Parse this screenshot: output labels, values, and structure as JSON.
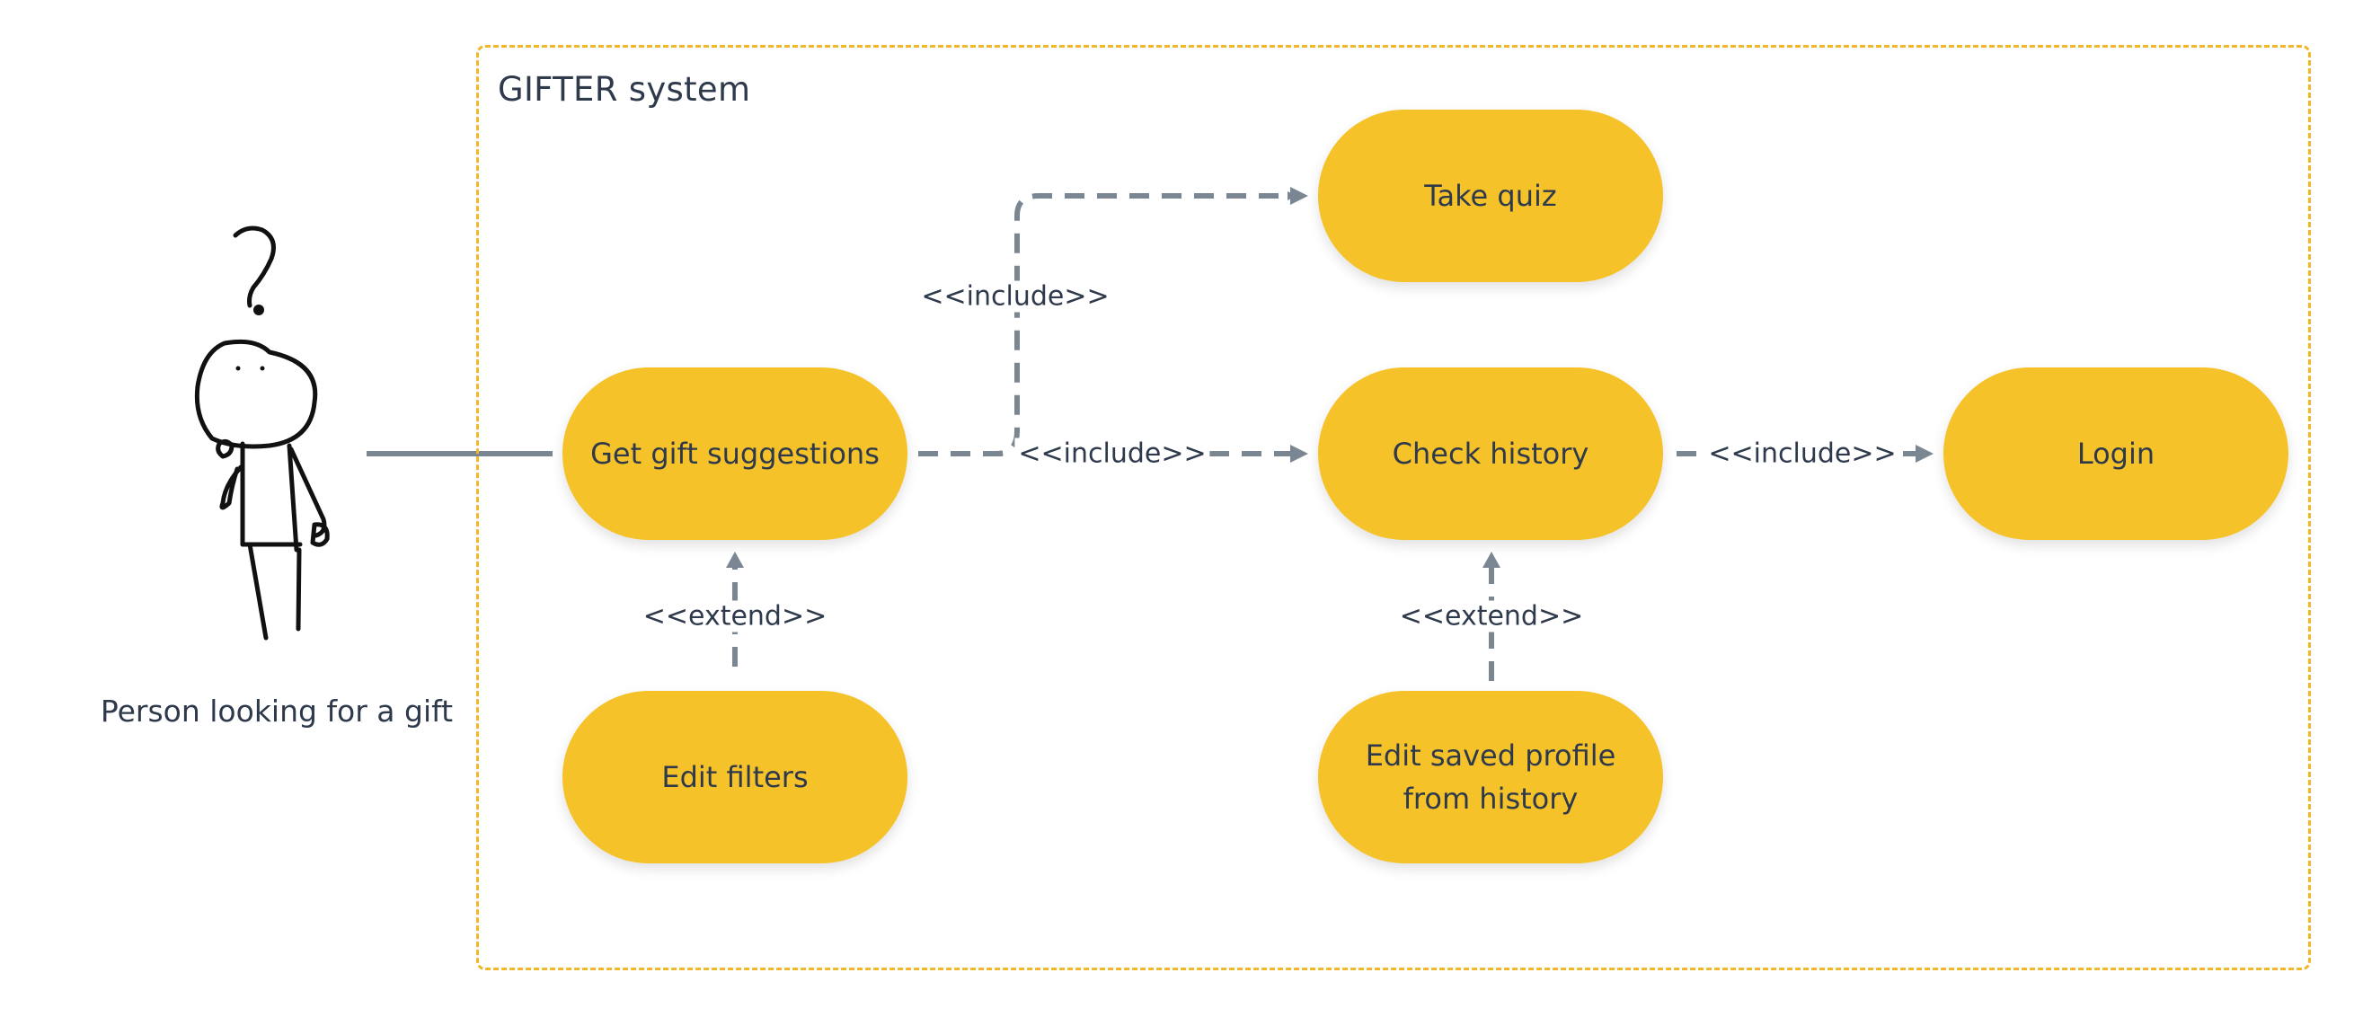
{
  "system": {
    "title": "GIFTER system"
  },
  "actor": {
    "label": "Person looking for a gift",
    "icon": "stick-figure-question-icon"
  },
  "use_cases": {
    "get_gift_suggestions": "Get gift suggestions",
    "take_quiz": "Take quiz",
    "check_history": "Check history",
    "login": "Login",
    "edit_filters": "Edit filters",
    "edit_saved_profile": "Edit saved profile\nfrom history"
  },
  "relations": {
    "include_take_quiz": "<<include>>",
    "include_check_history": "<<include>>",
    "include_login": "<<include>>",
    "extend_edit_filters": "<<extend>>",
    "extend_edit_saved_profile": "<<extend>>"
  },
  "colors": {
    "use_case_fill": "#f6c22a",
    "boundary": "#f0b828",
    "connector": "#7a8792",
    "text": "#2e3a4b"
  }
}
